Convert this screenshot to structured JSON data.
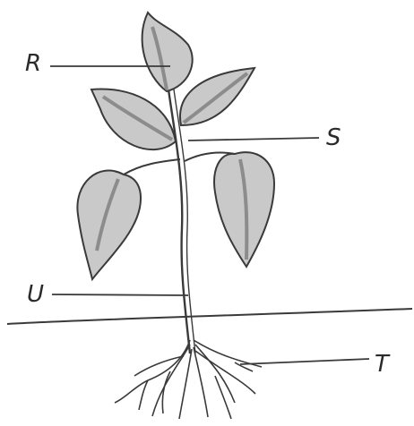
{
  "labels": {
    "R": "R",
    "S": "S",
    "T": "T",
    "U": "U"
  },
  "colors": {
    "ink": "#3a3a3a",
    "leaf_fill": "#c9c9c9",
    "leaf_shade": "#a9a9a9",
    "background": "#ffffff"
  }
}
